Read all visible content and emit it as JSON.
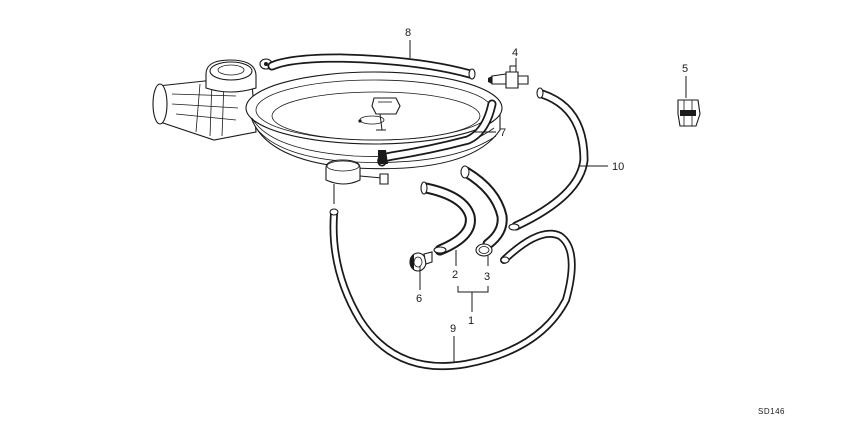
{
  "diagram": {
    "callouts": {
      "c1": "1",
      "c2": "2",
      "c3": "3",
      "c4": "4",
      "c5": "5",
      "c6": "6",
      "c7": "7",
      "c8": "8",
      "c9": "9",
      "c10": "10"
    },
    "drawing_code": "SD146"
  }
}
